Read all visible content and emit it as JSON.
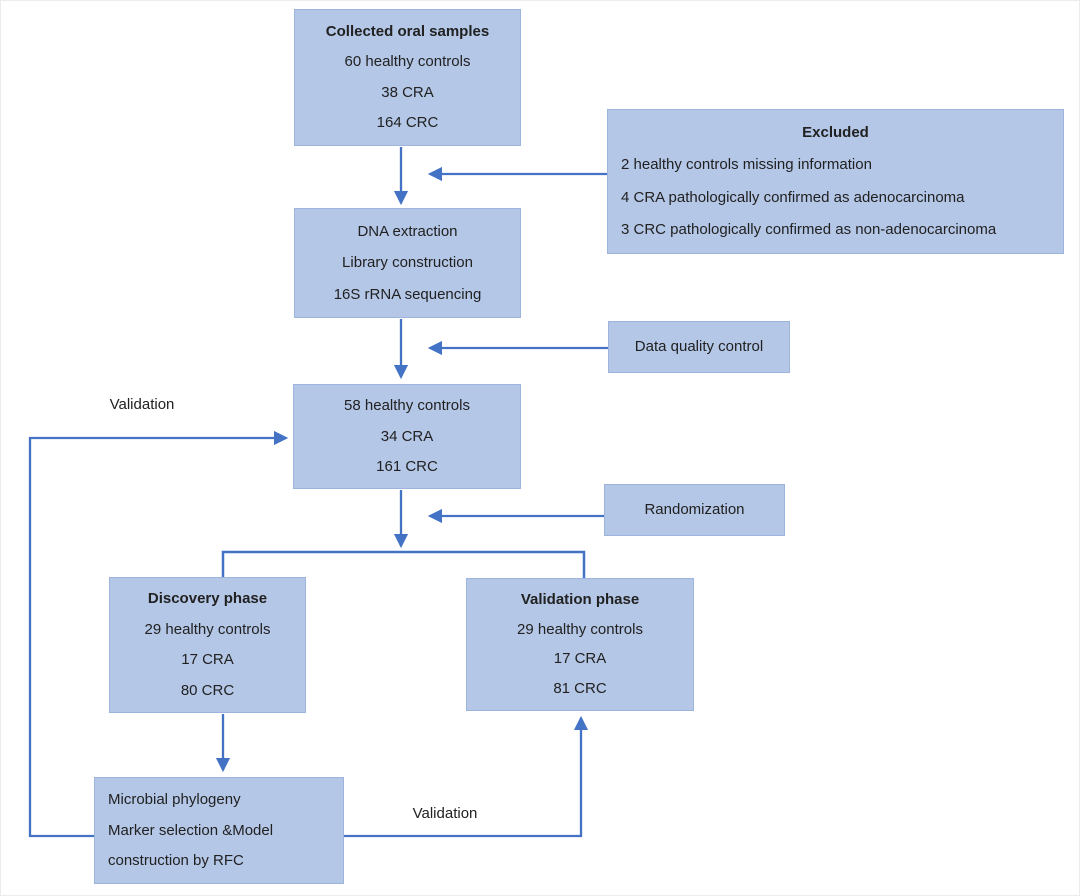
{
  "colors": {
    "box_fill": "#b4c7e7",
    "box_border": "#9db4dc",
    "arrow": "#4472c4",
    "text": "#212121"
  },
  "boxes": {
    "collected": {
      "title": "Collected oral samples",
      "lines": [
        "60 healthy controls",
        "38 CRA",
        "164 CRC"
      ]
    },
    "excluded": {
      "title": "Excluded",
      "lines": [
        "2 healthy controls missing information",
        "4 CRA pathologically confirmed as adenocarcinoma",
        "3 CRC pathologically confirmed as non-adenocarcinoma"
      ]
    },
    "processing": {
      "lines": [
        "DNA extraction",
        "Library construction",
        "16S rRNA sequencing"
      ]
    },
    "data_quality": {
      "label": "Data quality control"
    },
    "cohort": {
      "lines": [
        "58 healthy controls",
        "34 CRA",
        "161 CRC"
      ]
    },
    "randomization": {
      "label": "Randomization"
    },
    "discovery": {
      "title": "Discovery phase",
      "lines": [
        "29 healthy controls",
        "17 CRA",
        "80 CRC"
      ]
    },
    "validation_phase": {
      "title": "Validation phase",
      "lines": [
        "29 healthy controls",
        "17 CRA",
        "81 CRC"
      ]
    },
    "model": {
      "lines": [
        "Microbial phylogeny",
        "Marker selection &Model",
        "construction by RFC"
      ]
    }
  },
  "labels": {
    "validation_left": "Validation",
    "validation_bottom": "Validation"
  }
}
